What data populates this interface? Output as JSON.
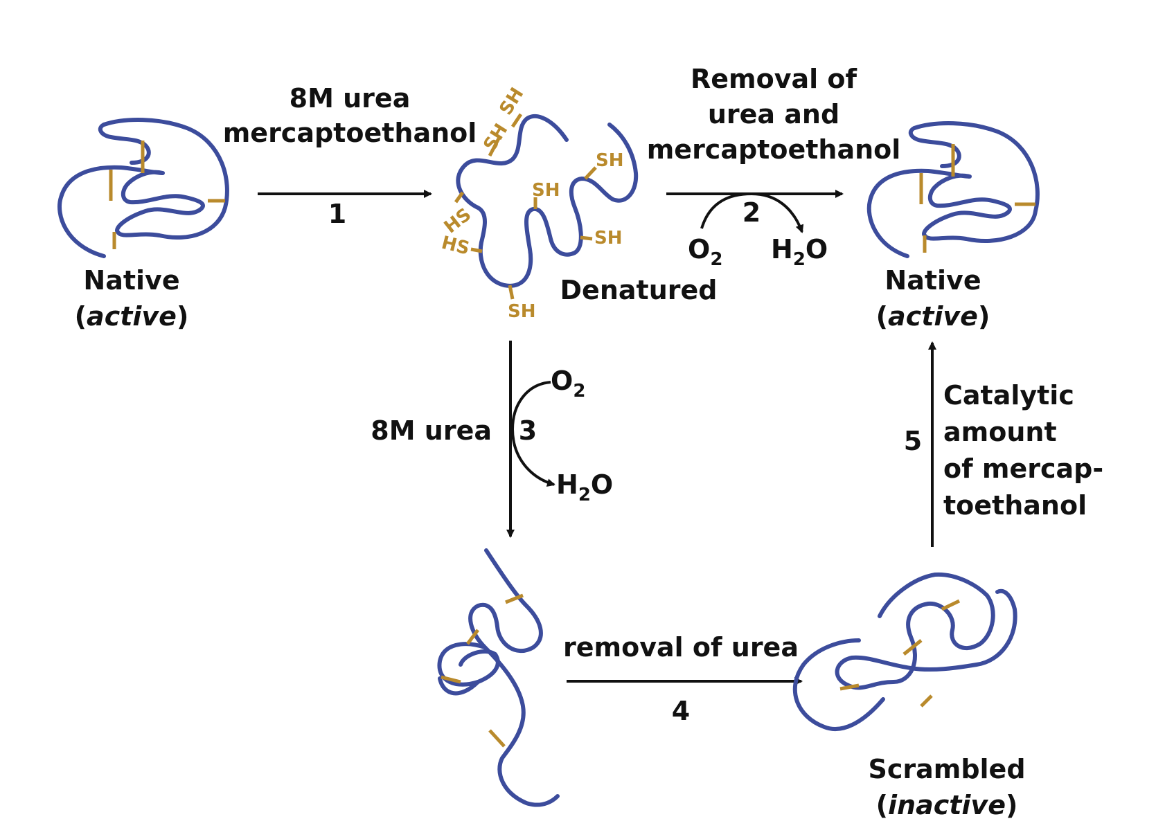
{
  "states": {
    "native_left": {
      "name": "Native",
      "qualifier": "active"
    },
    "denatured": {
      "name": "Denatured"
    },
    "native_right": {
      "name": "Native",
      "qualifier": "active"
    },
    "scrambled": {
      "name": "Scrambled",
      "qualifier": "inactive"
    }
  },
  "steps": {
    "step1": {
      "number": "1",
      "line1": "8M urea",
      "line2": "mercaptoethanol"
    },
    "step2": {
      "number": "2",
      "line1": "Removal of",
      "line2": "urea and",
      "line3": "mercaptoethanol",
      "reactant": "O",
      "reactant_sub": "2",
      "product_a": "H",
      "product_sub": "2",
      "product_b": "O"
    },
    "step3": {
      "number": "3",
      "label": "8M urea",
      "reactant": "O",
      "reactant_sub": "2",
      "product_a": "H",
      "product_sub": "2",
      "product_b": "O"
    },
    "step4": {
      "number": "4",
      "label": "removal of urea"
    },
    "step5": {
      "number": "5",
      "line1": "Catalytic",
      "line2": "amount",
      "line3": "of mercap-",
      "line4": "toethanol"
    }
  },
  "sulfhydryl_labels": {
    "sh": "SH",
    "hs": "HS"
  },
  "colors": {
    "chain": "#3c4c9c",
    "disulfide": "#b98a2c",
    "text": "#111111"
  }
}
